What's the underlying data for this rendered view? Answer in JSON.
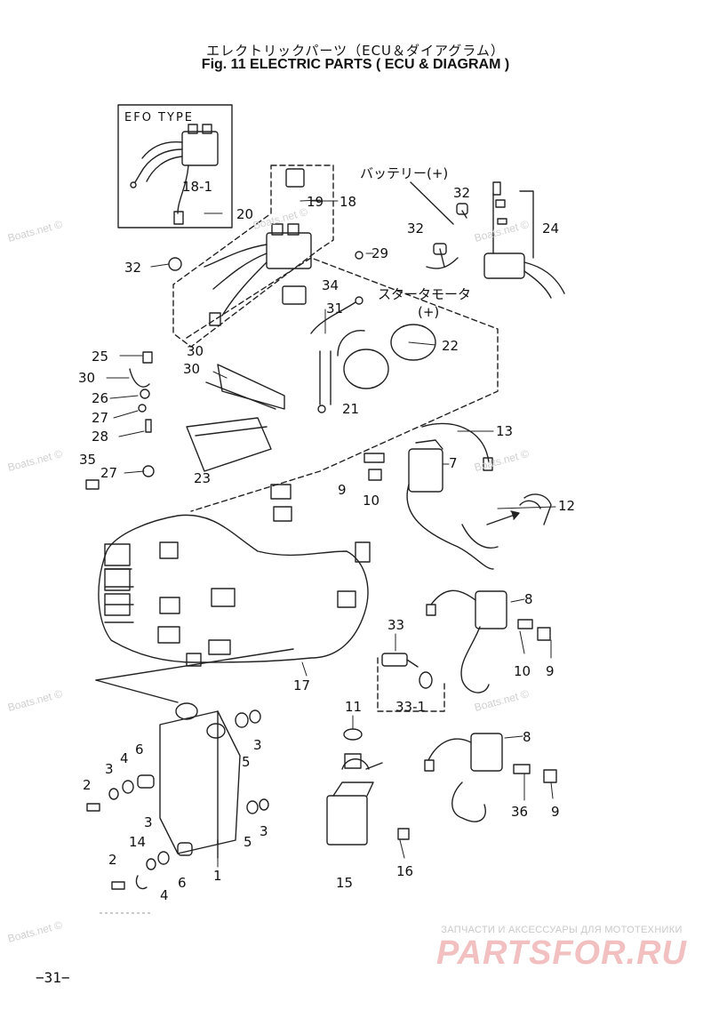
{
  "header": {
    "title_jp": "エレクトリックパーツ（ECU＆ダイアグラム）",
    "title_en": "Fig. 11   ELECTRIC PARTS ( ECU & DIAGRAM )"
  },
  "inset_label": "EFO TYPE",
  "japanese_labels": {
    "battery_plus": "バッテリー(+)",
    "starter_motor": "スタータモータ",
    "starter_motor_plus": "(+)"
  },
  "part_numbers": {
    "p18_1": "18-1",
    "p18": "18",
    "p19": "19",
    "p20": "20",
    "p24": "24",
    "p32a": "32",
    "p32b": "32",
    "p32c": "32",
    "p29": "29",
    "p34": "34",
    "p31": "31",
    "p22": "22",
    "p21": "21",
    "p25": "25",
    "p30a": "30",
    "p30b": "30",
    "p30c": "30",
    "p26": "26",
    "p27a": "27",
    "p27b": "27",
    "p28": "28",
    "p35": "35",
    "p23": "23",
    "p13": "13",
    "p7": "7",
    "p9a": "9",
    "p10a": "10",
    "p12": "12",
    "p8a": "8",
    "p10b": "10",
    "p9b": "9",
    "p33": "33",
    "p33_1": "33-1",
    "p17": "17",
    "p11": "11",
    "p8b": "8",
    "p36": "36",
    "p9c": "9",
    "p3a": "3",
    "p5a": "5",
    "p6a": "6",
    "p4a": "4",
    "p3b": "3",
    "p2a": "2",
    "p5b": "5",
    "p3c": "3",
    "p3d": "3",
    "p14": "14",
    "p2b": "2",
    "p4b": "4",
    "p6b": "6",
    "p1": "1",
    "p15": "15",
    "p16": "16"
  },
  "watermark": "Boats.net ©",
  "footer": {
    "page_number": "−31−",
    "brand_top": "ЗАПЧАСТИ И АКСЕССУАРЫ ДЛЯ МОТОТЕХНИКИ",
    "brand_logo": "PARTSFOR.RU"
  }
}
